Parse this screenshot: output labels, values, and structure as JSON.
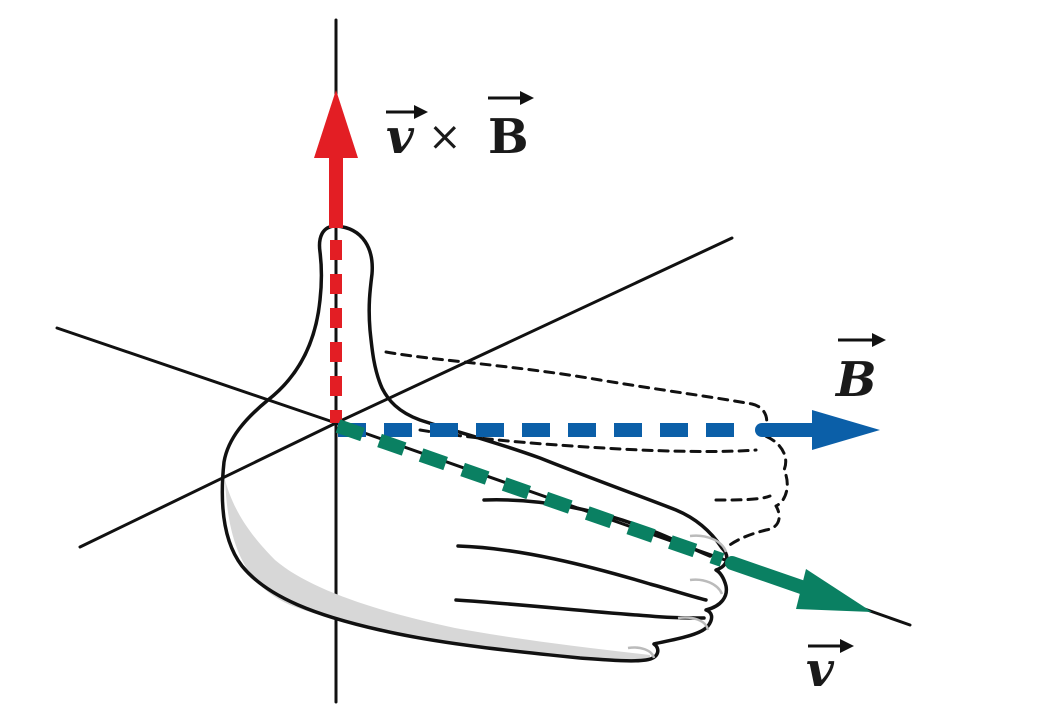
{
  "labels": {
    "cross_left": "v",
    "cross_operator": "×",
    "cross_right": "B",
    "b_vector": "B",
    "v_vector": "v"
  },
  "colors": {
    "cross_product_arrow": "#e31e24",
    "b_arrow": "#0b5fa8",
    "v_arrow": "#0a8062",
    "outline": "#111111",
    "hand_shade": "#d7d7d7"
  }
}
